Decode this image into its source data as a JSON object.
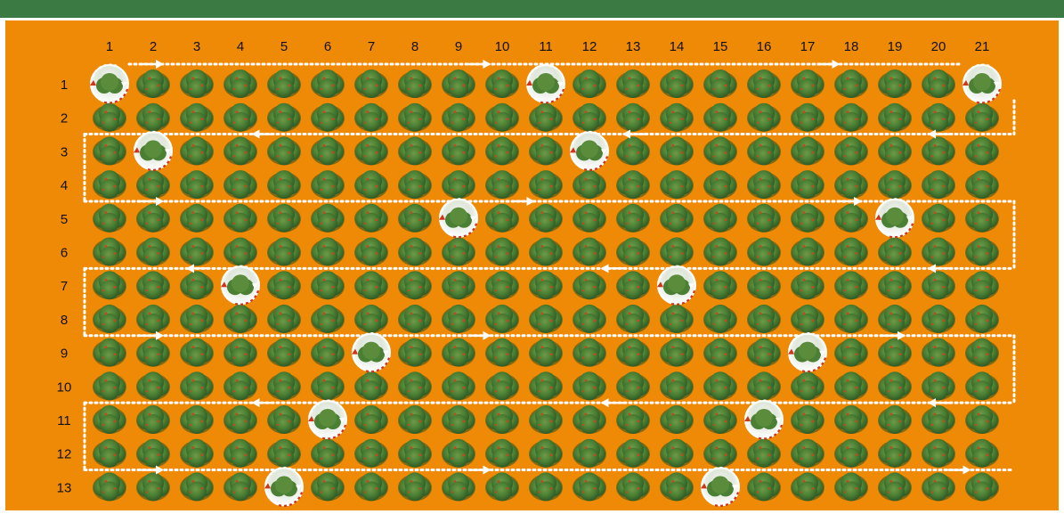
{
  "columns": [
    "1",
    "2",
    "3",
    "4",
    "5",
    "6",
    "7",
    "8",
    "9",
    "10",
    "11",
    "12",
    "13",
    "14",
    "15",
    "16",
    "17",
    "18",
    "19",
    "20",
    "21"
  ],
  "rows": [
    "1",
    "2",
    "3",
    "4",
    "5",
    "6",
    "7",
    "8",
    "9",
    "10",
    "11",
    "12",
    "13"
  ],
  "sampled_trees": [
    {
      "row": 1,
      "col": 1
    },
    {
      "row": 1,
      "col": 11
    },
    {
      "row": 1,
      "col": 21
    },
    {
      "row": 3,
      "col": 2
    },
    {
      "row": 3,
      "col": 12
    },
    {
      "row": 5,
      "col": 9
    },
    {
      "row": 5,
      "col": 19
    },
    {
      "row": 7,
      "col": 4
    },
    {
      "row": 7,
      "col": 14
    },
    {
      "row": 9,
      "col": 7
    },
    {
      "row": 9,
      "col": 17
    },
    {
      "row": 11,
      "col": 6
    },
    {
      "row": 11,
      "col": 16
    },
    {
      "row": 13,
      "col": 5
    },
    {
      "row": 13,
      "col": 15
    }
  ],
  "path_direction_arrows": [
    {
      "row": 1,
      "col": 2,
      "dir": "right"
    },
    {
      "row": 1,
      "col": 9.5,
      "dir": "right"
    },
    {
      "row": 1,
      "col": 17.5,
      "dir": "right"
    },
    {
      "row": 3,
      "col": 4.5,
      "dir": "left"
    },
    {
      "row": 3,
      "col": 13,
      "dir": "left"
    },
    {
      "row": 3,
      "col": 20,
      "dir": "left"
    },
    {
      "row": 5,
      "col": 2,
      "dir": "right"
    },
    {
      "row": 5,
      "col": 10.5,
      "dir": "right"
    },
    {
      "row": 5,
      "col": 18,
      "dir": "right"
    },
    {
      "row": 7,
      "col": 3,
      "dir": "left"
    },
    {
      "row": 7,
      "col": 12.5,
      "dir": "left"
    },
    {
      "row": 7,
      "col": 20,
      "dir": "left"
    },
    {
      "row": 9,
      "col": 2,
      "dir": "right"
    },
    {
      "row": 9,
      "col": 9.5,
      "dir": "right"
    },
    {
      "row": 9,
      "col": 19,
      "dir": "right"
    },
    {
      "row": 11,
      "col": 4.5,
      "dir": "left"
    },
    {
      "row": 11,
      "col": 12.5,
      "dir": "left"
    },
    {
      "row": 11,
      "col": 20,
      "dir": "left"
    },
    {
      "row": 13,
      "col": 2,
      "dir": "right"
    },
    {
      "row": 13,
      "col": 9.5,
      "dir": "right"
    },
    {
      "row": 13,
      "col": 20.5,
      "dir": "right"
    }
  ],
  "colors": {
    "header_bar": "#3c7a43",
    "field": "#ee8a05",
    "tree_dark": "#2f5a25",
    "tree_mid": "#4b7f33",
    "tree_light": "#6d9a48",
    "sample_ring": "#ffffff",
    "sample_arrow": "#d0341a",
    "path_line": "#ffffff"
  },
  "icons": {
    "tree": "tree-icon",
    "sampled_tree": "sampled-tree-icon",
    "path_arrow": "arrow-icon"
  }
}
